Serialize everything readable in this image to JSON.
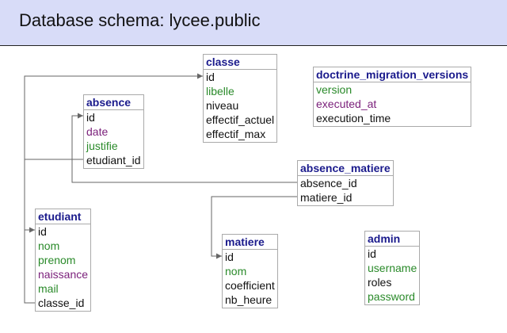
{
  "header": {
    "title": "Database schema: lycee.public"
  },
  "colors": {
    "header_bg": "#d8dcf8",
    "table_name": "#1a1a8c",
    "col_black": "#111111",
    "col_green": "#2a8a2a",
    "col_purple": "#7a1f7a",
    "link": "#666666"
  },
  "tables": {
    "classe": {
      "name": "classe",
      "columns": [
        {
          "name": "id",
          "color": "black"
        },
        {
          "name": "libelle",
          "color": "green"
        },
        {
          "name": "niveau",
          "color": "black"
        },
        {
          "name": "effectif_actuel",
          "color": "black"
        },
        {
          "name": "effectif_max",
          "color": "black"
        }
      ]
    },
    "doctrine_migration_versions": {
      "name": "doctrine_migration_versions",
      "columns": [
        {
          "name": "version",
          "color": "green"
        },
        {
          "name": "executed_at",
          "color": "purple"
        },
        {
          "name": "execution_time",
          "color": "black"
        }
      ]
    },
    "absence": {
      "name": "absence",
      "columns": [
        {
          "name": "id",
          "color": "black"
        },
        {
          "name": "date",
          "color": "purple"
        },
        {
          "name": "justifie",
          "color": "green"
        },
        {
          "name": "etudiant_id",
          "color": "black"
        }
      ]
    },
    "absence_matiere": {
      "name": "absence_matiere",
      "columns": [
        {
          "name": "absence_id",
          "color": "black"
        },
        {
          "name": "matiere_id",
          "color": "black"
        }
      ]
    },
    "etudiant": {
      "name": "etudiant",
      "columns": [
        {
          "name": "id",
          "color": "black"
        },
        {
          "name": "nom",
          "color": "green"
        },
        {
          "name": "prenom",
          "color": "green"
        },
        {
          "name": "naissance",
          "color": "purple"
        },
        {
          "name": "mail",
          "color": "green"
        },
        {
          "name": "classe_id",
          "color": "black"
        }
      ]
    },
    "matiere": {
      "name": "matiere",
      "columns": [
        {
          "name": "id",
          "color": "black"
        },
        {
          "name": "nom",
          "color": "green"
        },
        {
          "name": "coefficient",
          "color": "black"
        },
        {
          "name": "nb_heure",
          "color": "black"
        }
      ]
    },
    "admin": {
      "name": "admin",
      "columns": [
        {
          "name": "id",
          "color": "black"
        },
        {
          "name": "username",
          "color": "green"
        },
        {
          "name": "roles",
          "color": "black"
        },
        {
          "name": "password",
          "color": "green"
        }
      ]
    }
  }
}
